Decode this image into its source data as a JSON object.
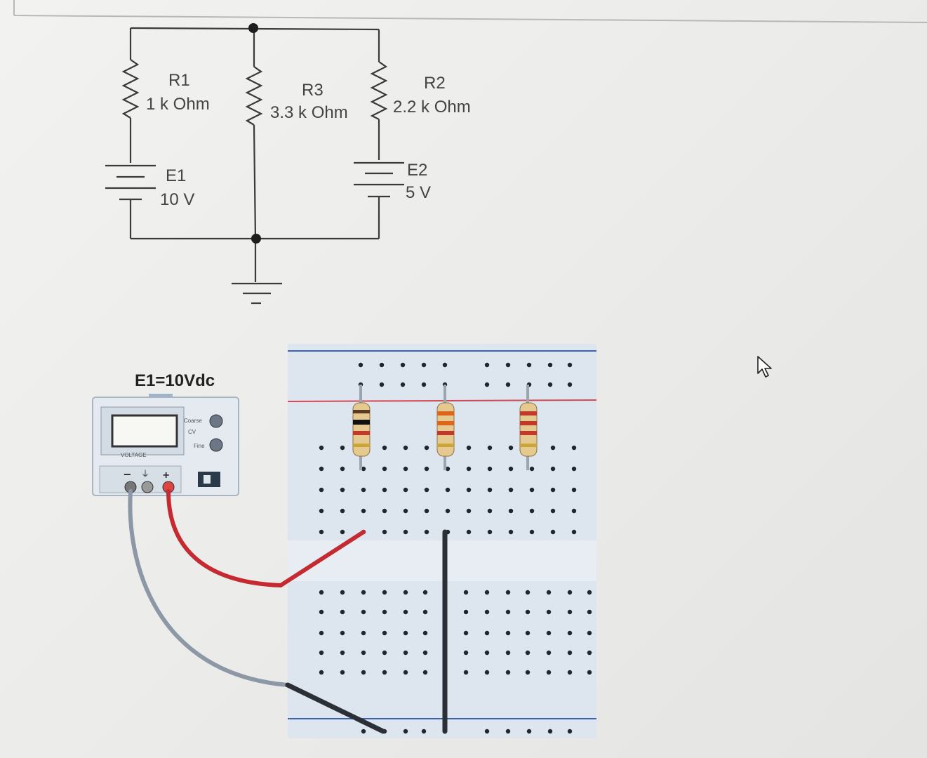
{
  "schematic": {
    "r1": {
      "name": "R1",
      "value": "1 k Ohm"
    },
    "r3": {
      "name": "R3",
      "value": "3.3 k Ohm"
    },
    "r2": {
      "name": "R2",
      "value": "2.2 k Ohm"
    },
    "e1": {
      "name": "E1",
      "value": "10 V"
    },
    "e2": {
      "name": "E2",
      "value": "5 V"
    }
  },
  "supply": {
    "caption": "E1=10Vdc",
    "voltage_label": "VOLTAGE",
    "coarse_label": "Coarse",
    "cv_label": "CV",
    "fine_label": "Fine"
  },
  "colors": {
    "red_wire": "#c42a30",
    "black_wire": "#2b2f36",
    "breadboard": "#dde6ef",
    "rail_red": "#d34a55",
    "rail_blue": "#3a63b8"
  }
}
